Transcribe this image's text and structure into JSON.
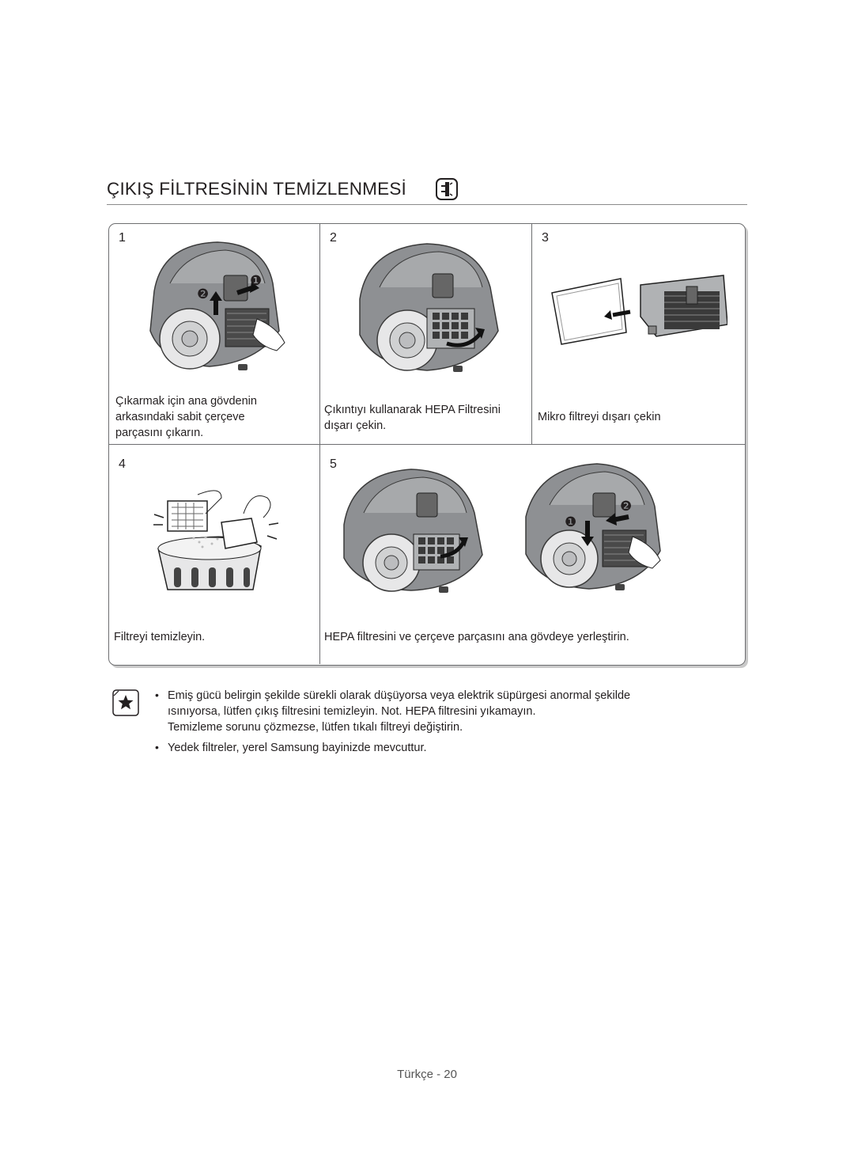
{
  "header": {
    "title": "ÇIKIŞ FİLTRESİNİN TEMİZLENMESİ",
    "title_icon": "maintenance-icon"
  },
  "steps": [
    {
      "number": "1",
      "caption_lines": [
        "Çıkarmak için ana gövdenin",
        "arkasındaki sabit çerçeve",
        "parçasını çıkarın."
      ]
    },
    {
      "number": "2",
      "caption_lines": [
        "Çıkıntıyı kullanarak HEPA Filtresini",
        "dışarı çekin."
      ]
    },
    {
      "number": "3",
      "caption_lines": [
        "Mikro filtreyi dışarı çekin"
      ]
    },
    {
      "number": "4",
      "caption_lines": [
        "Filtreyi temizleyin."
      ]
    },
    {
      "number": "5",
      "caption_lines": [
        "HEPA filtresini ve çerçeve parçasını ana gövdeye yerleştirin."
      ]
    }
  ],
  "markers": {
    "one": "❶",
    "two": "❷"
  },
  "notes": {
    "icon": "star-note-icon",
    "bullet": "•",
    "items": [
      {
        "lines": [
          "Emiş gücü belirgin şekilde sürekli olarak düşüyorsa veya elektrik süpürgesi anormal şekilde",
          "ısınıyorsa, lütfen çıkış filtresini temizleyin. Not. HEPA filtresini yıkamayın.",
          "Temizleme sorunu çözmezse, lütfen tıkalı filtreyi değiştirin."
        ]
      },
      {
        "lines": [
          "Yedek filtreler, yerel Samsung bayinizde mevcuttur."
        ]
      }
    ]
  },
  "footer": {
    "page_label": "Türkçe - 20"
  }
}
